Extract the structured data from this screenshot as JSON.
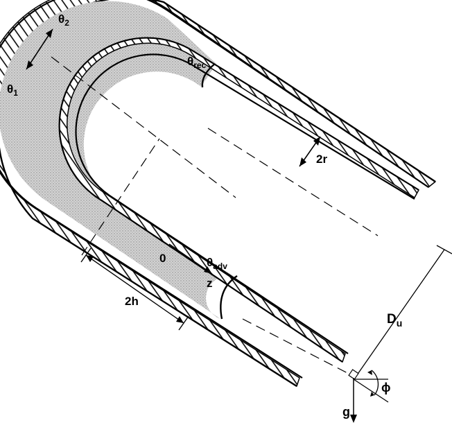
{
  "diagram": {
    "labels": {
      "theta2": {
        "base": "θ",
        "sub": "2"
      },
      "theta1": {
        "base": "θ",
        "sub": "1"
      },
      "theta_rec": {
        "base": "θ",
        "sub": "rec"
      },
      "theta_adv": {
        "base": "θ",
        "sub": "adv"
      },
      "two_r": "2r",
      "two_h": "2h",
      "origin": "0",
      "z": "z",
      "D_u": {
        "base": "D",
        "sub": "u"
      },
      "phi": "ϕ",
      "g": "g"
    },
    "colors": {
      "wall_hatch": "#000000",
      "liquid_fill": "#c4c4c4",
      "background": "#ffffff"
    }
  }
}
